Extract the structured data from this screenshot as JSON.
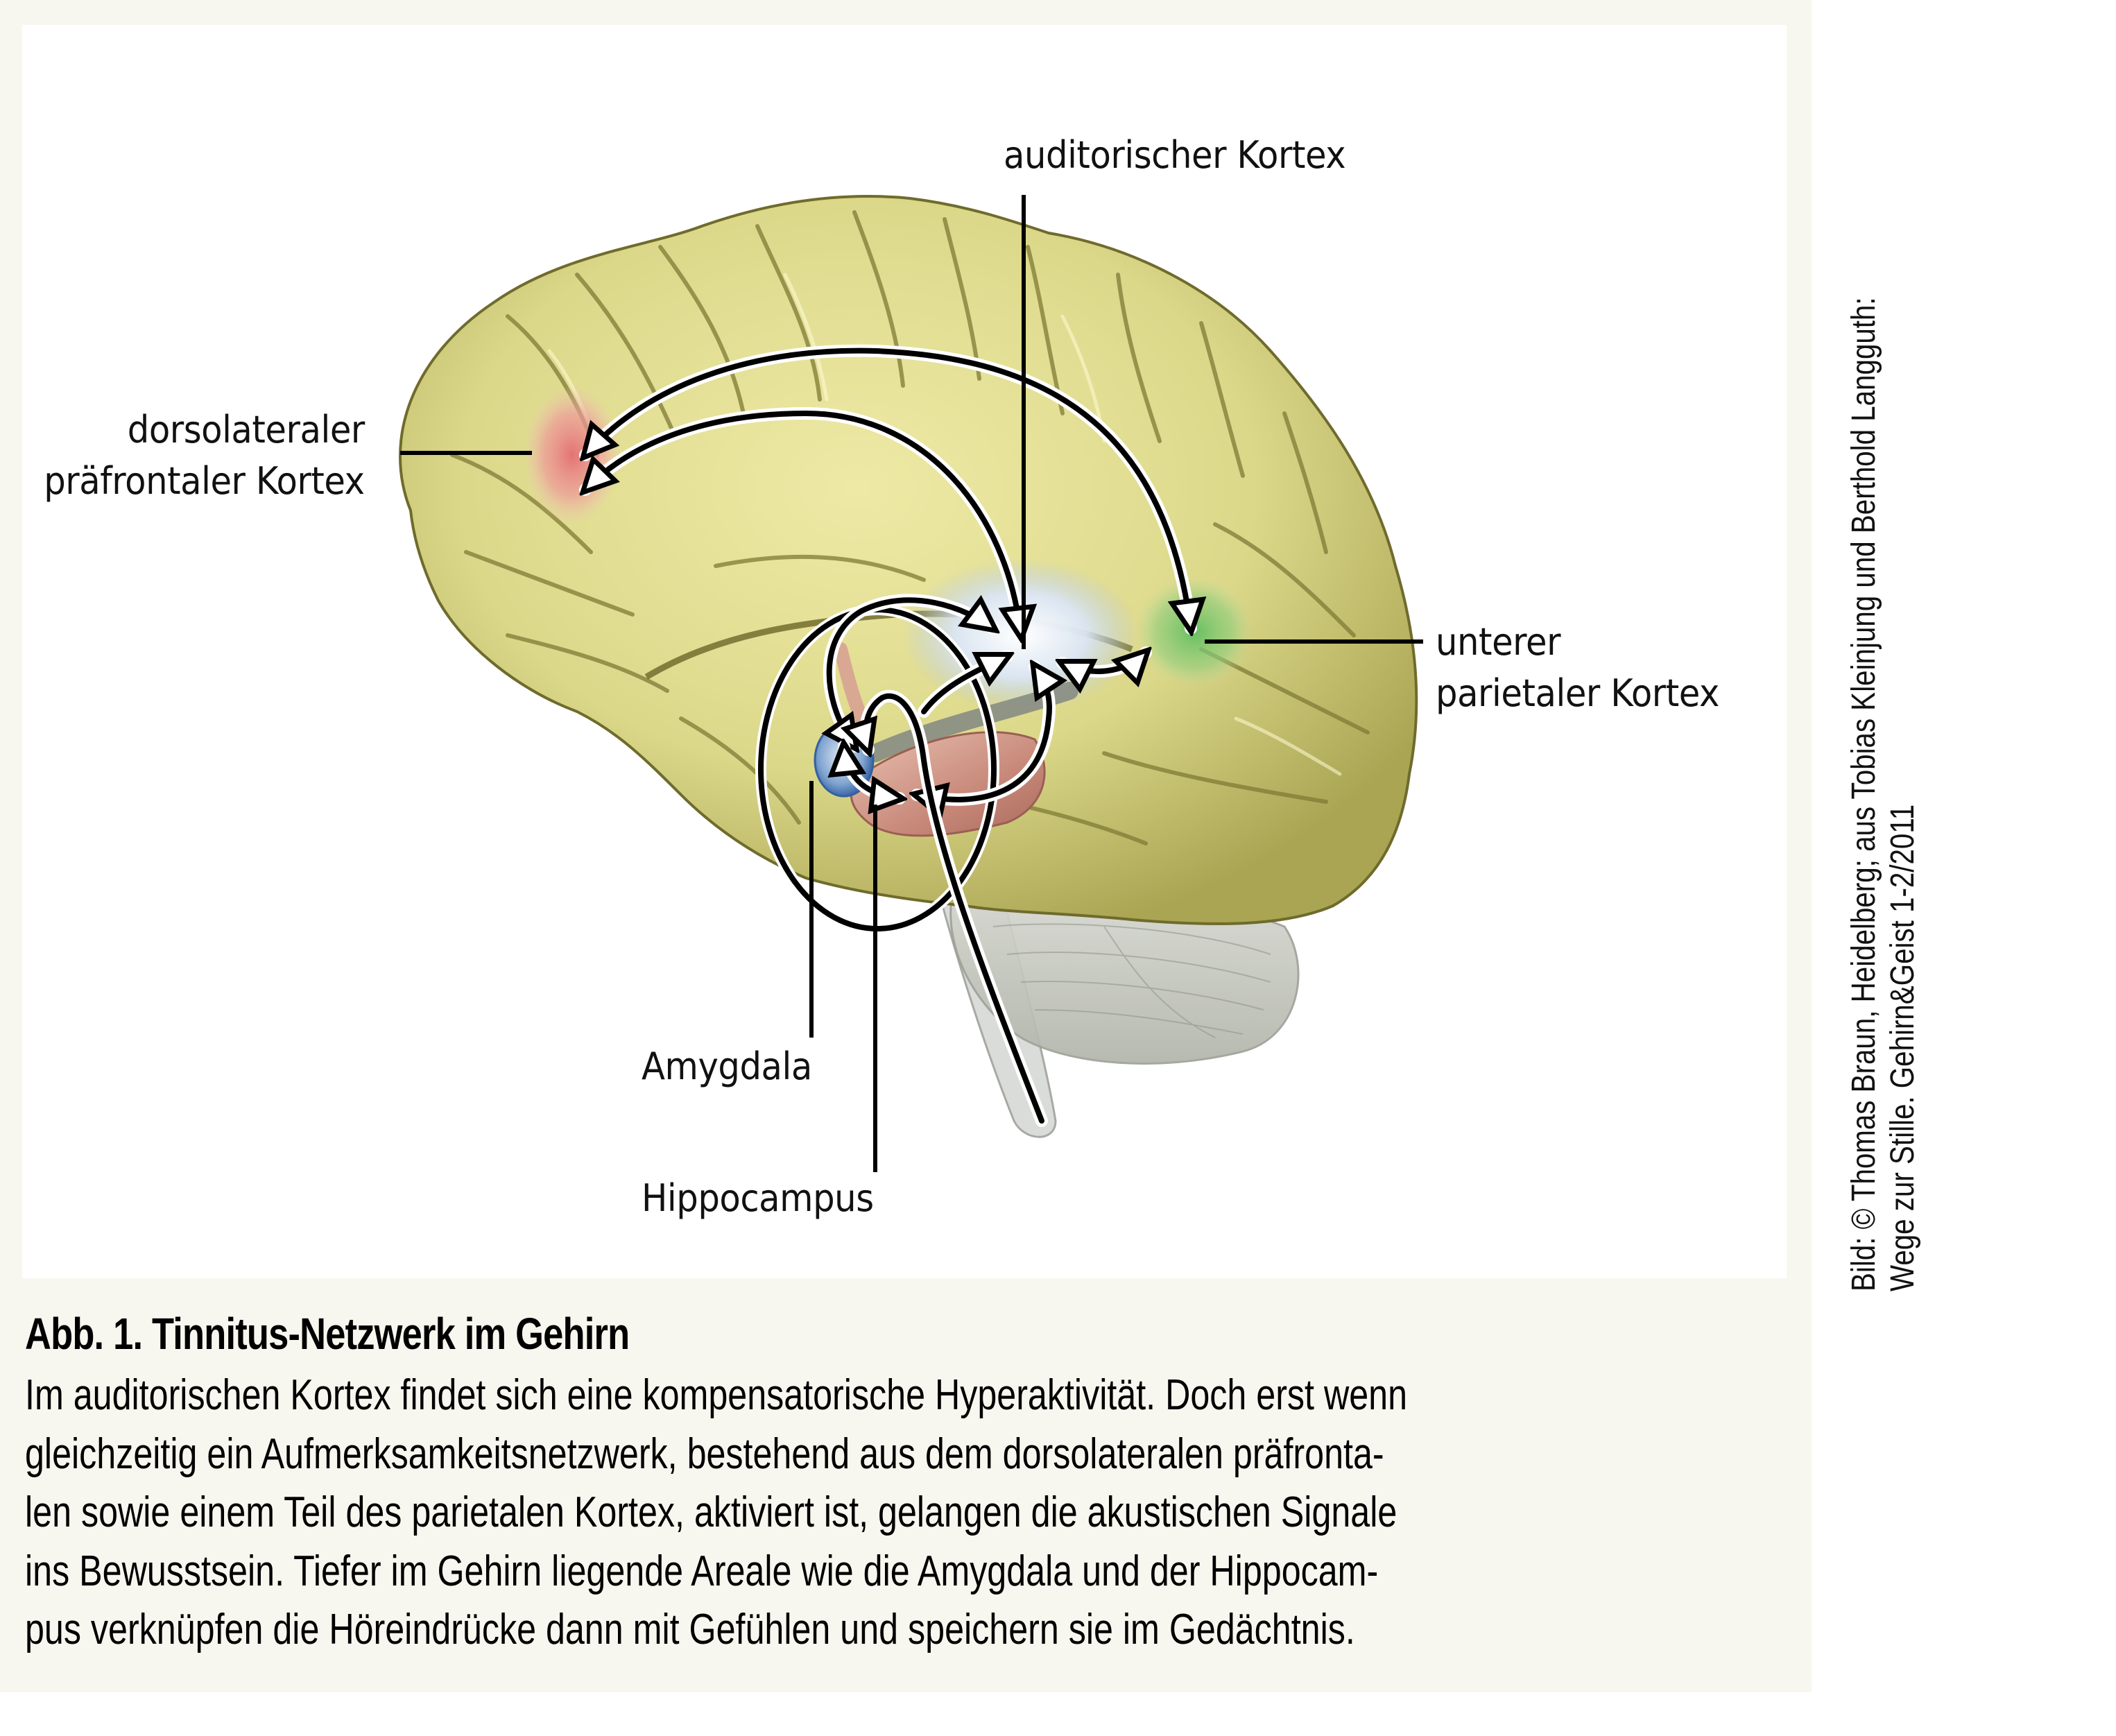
{
  "figure": {
    "labels": {
      "auditory_cortex": "auditorischer Kortex",
      "dlpfc_line1": "dorsolateraler",
      "dlpfc_line2": "präfrontaler Kortex",
      "parietal_line1": "unterer",
      "parietal_line2": "parietaler Kortex",
      "amygdala": "Amygdala",
      "hippocampus": "Hippocampus"
    },
    "region_colors": {
      "brain": "#dcd88a",
      "brain_shadow": "#8e8a3c",
      "dlpfc": "#e8767a",
      "auditory_cortex": "#c9d8f0",
      "parietal": "#6cc267",
      "amygdala": "#4a7ab8",
      "hippocampus": "#c98a78",
      "cerebellum": "#c4c6bd"
    }
  },
  "caption": {
    "title": "Abb. 1. Tinnitus-Netzwerk im Gehirn",
    "lines": [
      "Im auditorischen Kortex findet sich eine kompensatorische Hyperaktivität. Doch erst wenn",
      "gleichzeitig ein Aufmerksamkeitsnetzwerk, bestehend aus dem dorsolateralen präfronta-",
      "len sowie einem Teil des parietalen Kortex, aktiviert ist, gelangen die akustischen Signale",
      "ins Bewusstsein. Tiefer im Gehirn liegende Areale wie die Amygdala und der Hippocam-",
      "pus verknüpfen die Höreindrücke dann mit Gefühlen und speichern sie im Gedächtnis."
    ]
  },
  "credit": {
    "line1": "Bild: © Thomas Braun, Heidelberg; aus Tobias Kleinjung und Berthold Langguth:",
    "line2": "Wege zur Stille. Gehirn&Geist 1-2/2011"
  },
  "colors": {
    "panel_background": "#f7f7ef",
    "figure_background": "#ffffff",
    "text": "#000000"
  }
}
